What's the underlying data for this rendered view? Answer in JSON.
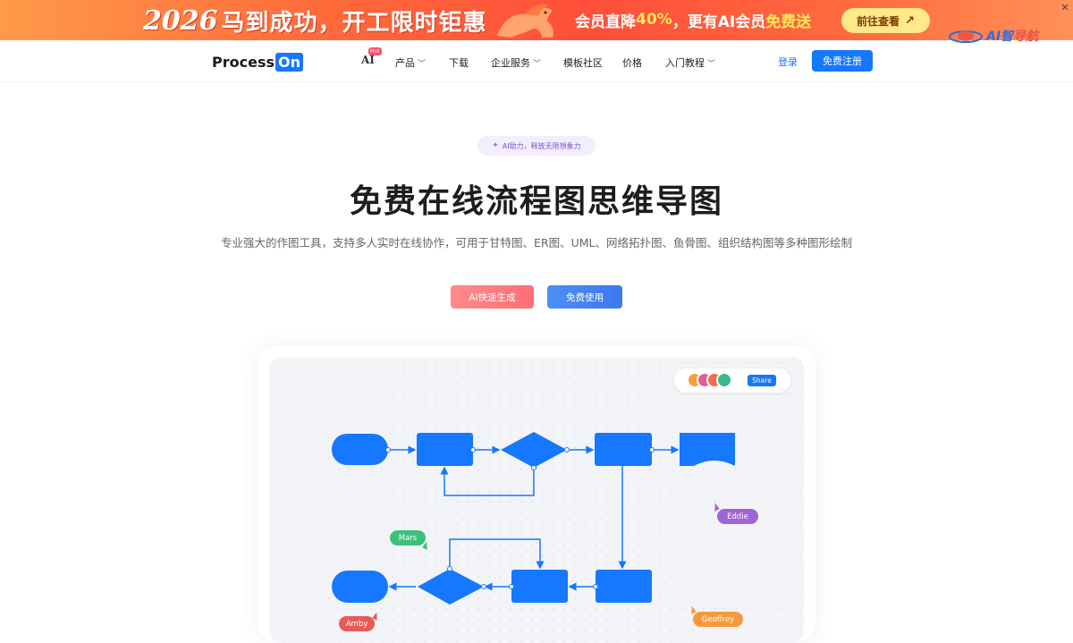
{
  "promo": {
    "year": "2026",
    "headline": "马到成功，开工限时钜惠",
    "offer_prefix": "会员直降",
    "offer_percent": "40%",
    "offer_mid": "，更有AI会员",
    "offer_free": "免费送",
    "cta_label": "前往查看",
    "cta_icon": "arrow-up-right-icon",
    "colors": {
      "bg_start": "#ff9a4a",
      "bg_mid": "#ff4f3a",
      "cta_bg": "#ffe98a",
      "gold": "#ffe95a"
    }
  },
  "watermark": {
    "prefix": "AI智",
    "suffix": "导航"
  },
  "nav": {
    "logo_text": "Process",
    "logo_badge": "On",
    "ai_label": "AI",
    "ai_badge": "Hot",
    "items": [
      {
        "label": "产品",
        "has_dropdown": true
      },
      {
        "label": "下载",
        "has_dropdown": false
      },
      {
        "label": "企业服务",
        "has_dropdown": true
      },
      {
        "label": "模板社区",
        "has_dropdown": false
      },
      {
        "label": "价格",
        "has_dropdown": false
      },
      {
        "label": "入门教程",
        "has_dropdown": true
      }
    ],
    "login": "登录",
    "signup": "免费注册",
    "accent": "#1677ff"
  },
  "hero": {
    "pill": "AI助力，释放无限想象力",
    "title": "免费在线流程图思维导图",
    "subtitle": "专业强大的作图工具，支持多人实时在线协作，可用于甘特图、ER图、UML、网络拓扑图、鱼骨图、组织结构图等多种图形绘制",
    "btn_ai": "AI快速生成",
    "btn_free": "免费使用"
  },
  "preview": {
    "share_label": "Share",
    "avatars": [
      "#f4a13a",
      "#e0609a",
      "#f26d4f",
      "#39b98f"
    ],
    "shape_color": "#1677ff",
    "collaborators": [
      {
        "name": "Eddie",
        "color": "#a063d8"
      },
      {
        "name": "Mars",
        "color": "#3cc17a"
      },
      {
        "name": "Amby",
        "color": "#e85a5a"
      },
      {
        "name": "Geoffrey",
        "color": "#f59a3c"
      }
    ]
  }
}
